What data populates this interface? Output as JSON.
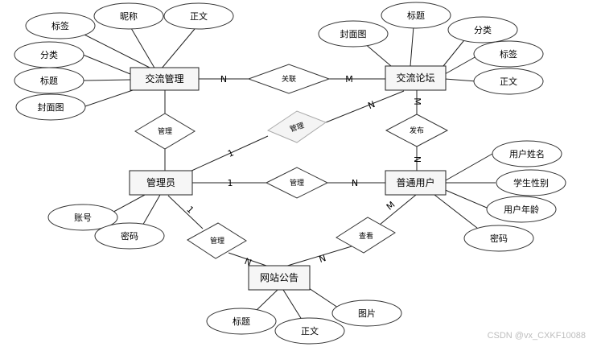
{
  "entities": {
    "exchange_mgmt": "交流管理",
    "forum": "交流论坛",
    "admin": "管理员",
    "user": "普通用户",
    "notice": "网站公告"
  },
  "attributes": {
    "exchange_mgmt": [
      "标签",
      "昵称",
      "正文",
      "分类",
      "标题",
      "封面图"
    ],
    "forum": [
      "封面图",
      "标题",
      "分类",
      "标签",
      "正文"
    ],
    "admin": [
      "账号",
      "密码"
    ],
    "user": [
      "用户姓名",
      "学生性别",
      "用户年龄",
      "密码"
    ],
    "notice": [
      "标题",
      "正文",
      "图片"
    ]
  },
  "relations": {
    "link": "关联",
    "manage_exchange": "管理",
    "manage_forum": "管理",
    "manage_user": "管理",
    "publish": "发布",
    "manage_notice": "管理",
    "view": "查看"
  },
  "cardinalities": {
    "link_left": "N",
    "link_right": "M",
    "forum_admin": "N",
    "admin_forum": "1",
    "forum_publish": "M",
    "user_publish": "N",
    "admin_user": "1",
    "user_admin": "N",
    "admin_notice": "1",
    "notice_admin": "N",
    "user_notice": "M",
    "notice_user": "N"
  },
  "watermark": "CSDN @vx_CXKF10088"
}
